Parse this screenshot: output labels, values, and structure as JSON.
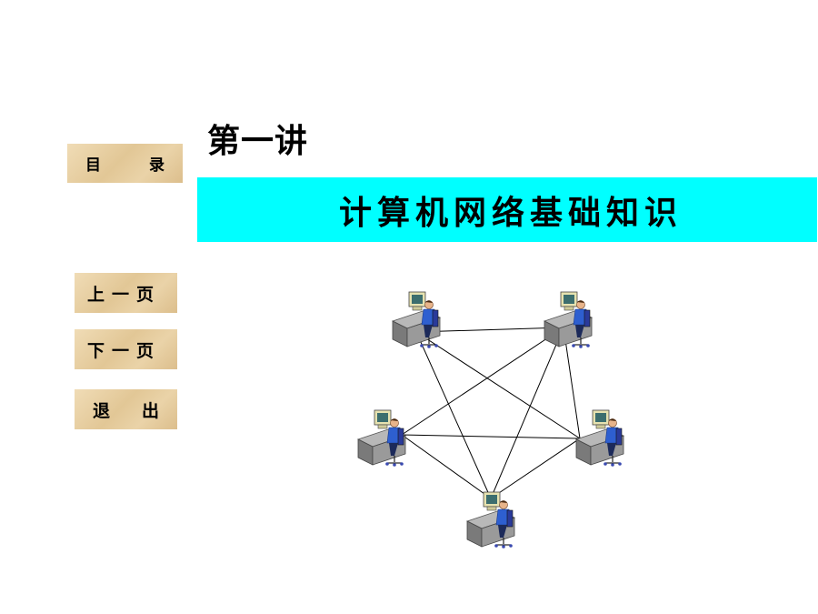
{
  "nav": {
    "toc": [
      "目",
      "录"
    ],
    "prev": "上一页",
    "next": "下一页",
    "exit": [
      "退",
      "出"
    ]
  },
  "header": {
    "lecture": "第一讲",
    "title": "计算机网络基础知识"
  },
  "colors": {
    "banner": "#00ffff",
    "nav_button": "#e2c796"
  },
  "diagram": {
    "nodes": [
      "node-top-left",
      "node-top-right",
      "node-mid-left",
      "node-mid-right",
      "node-bottom"
    ],
    "links": [
      [
        0,
        1
      ],
      [
        0,
        3
      ],
      [
        0,
        4
      ],
      [
        1,
        2
      ],
      [
        1,
        3
      ],
      [
        1,
        4
      ],
      [
        2,
        3
      ],
      [
        2,
        4
      ],
      [
        3,
        4
      ]
    ]
  }
}
